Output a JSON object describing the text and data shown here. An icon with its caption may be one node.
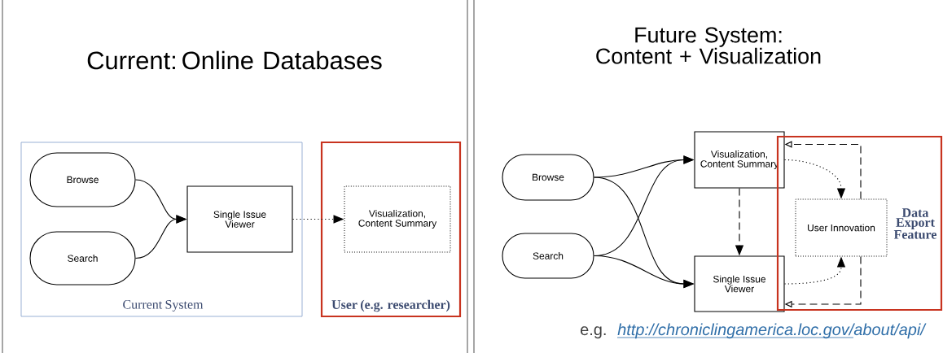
{
  "diagram": {
    "nodes": [
      {
        "text": [
          "Current System"
        ]
      },
      {
        "text": [
          "Browse"
        ],
        "in": 0
      },
      {
        "text": [
          "Search"
        ],
        "in": 0
      },
      {
        "text": [
          "Single Issue Viewer"
        ],
        "in": 0
      },
      {
        "text": [
          "User (e.g. researcher)"
        ]
      },
      {
        "text": [
          "Visualization, Content Summary"
        ],
        "in": 4
      },
      {
        "text": [
          "Browse"
        ]
      },
      {
        "text": [
          "Search"
        ]
      },
      {
        "text": [
          "Visualization, Content Summary"
        ]
      },
      {
        "text": [
          "Single Issue Viewer"
        ]
      },
      {
        "text": [
          "Data Export Feature"
        ]
      },
      {
        "text": [
          "User Innovation"
        ],
        "in": 10
      }
    ],
    "edges": [
      {
        "from": 1,
        "to": 3,
        "arrow": "to"
      },
      {
        "from": 2,
        "to": 3,
        "arrow": "to"
      },
      {
        "from": 3,
        "to": 5,
        "arrow": "to",
        "style": "dashed"
      },
      {
        "from": 6,
        "to": 8,
        "arrow": "to"
      },
      {
        "from": 6,
        "to": 9,
        "arrow": "to"
      },
      {
        "from": 7,
        "to": 8,
        "arrow": "to"
      },
      {
        "from": 7,
        "to": 9,
        "arrow": "to"
      },
      {
        "from": 8,
        "to": 9,
        "arrow": "to",
        "style": "dashed"
      },
      {
        "from": 8,
        "to": 11,
        "arrow": "to",
        "style": "dashed"
      },
      {
        "from": 9,
        "to": 11,
        "arrow": "to",
        "style": "dashed"
      },
      {
        "from": 11,
        "to": 8,
        "arrow": "to",
        "style": "dashed"
      },
      {
        "from": 11,
        "to": 9,
        "arrow": "to",
        "style": "dashed"
      }
    ],
    "labels": [
      "Current: Online Databases",
      "Future System: Content + Visualization",
      "e.g.",
      "http://chroniclingamerica.loc.gov/about/api/"
    ]
  }
}
